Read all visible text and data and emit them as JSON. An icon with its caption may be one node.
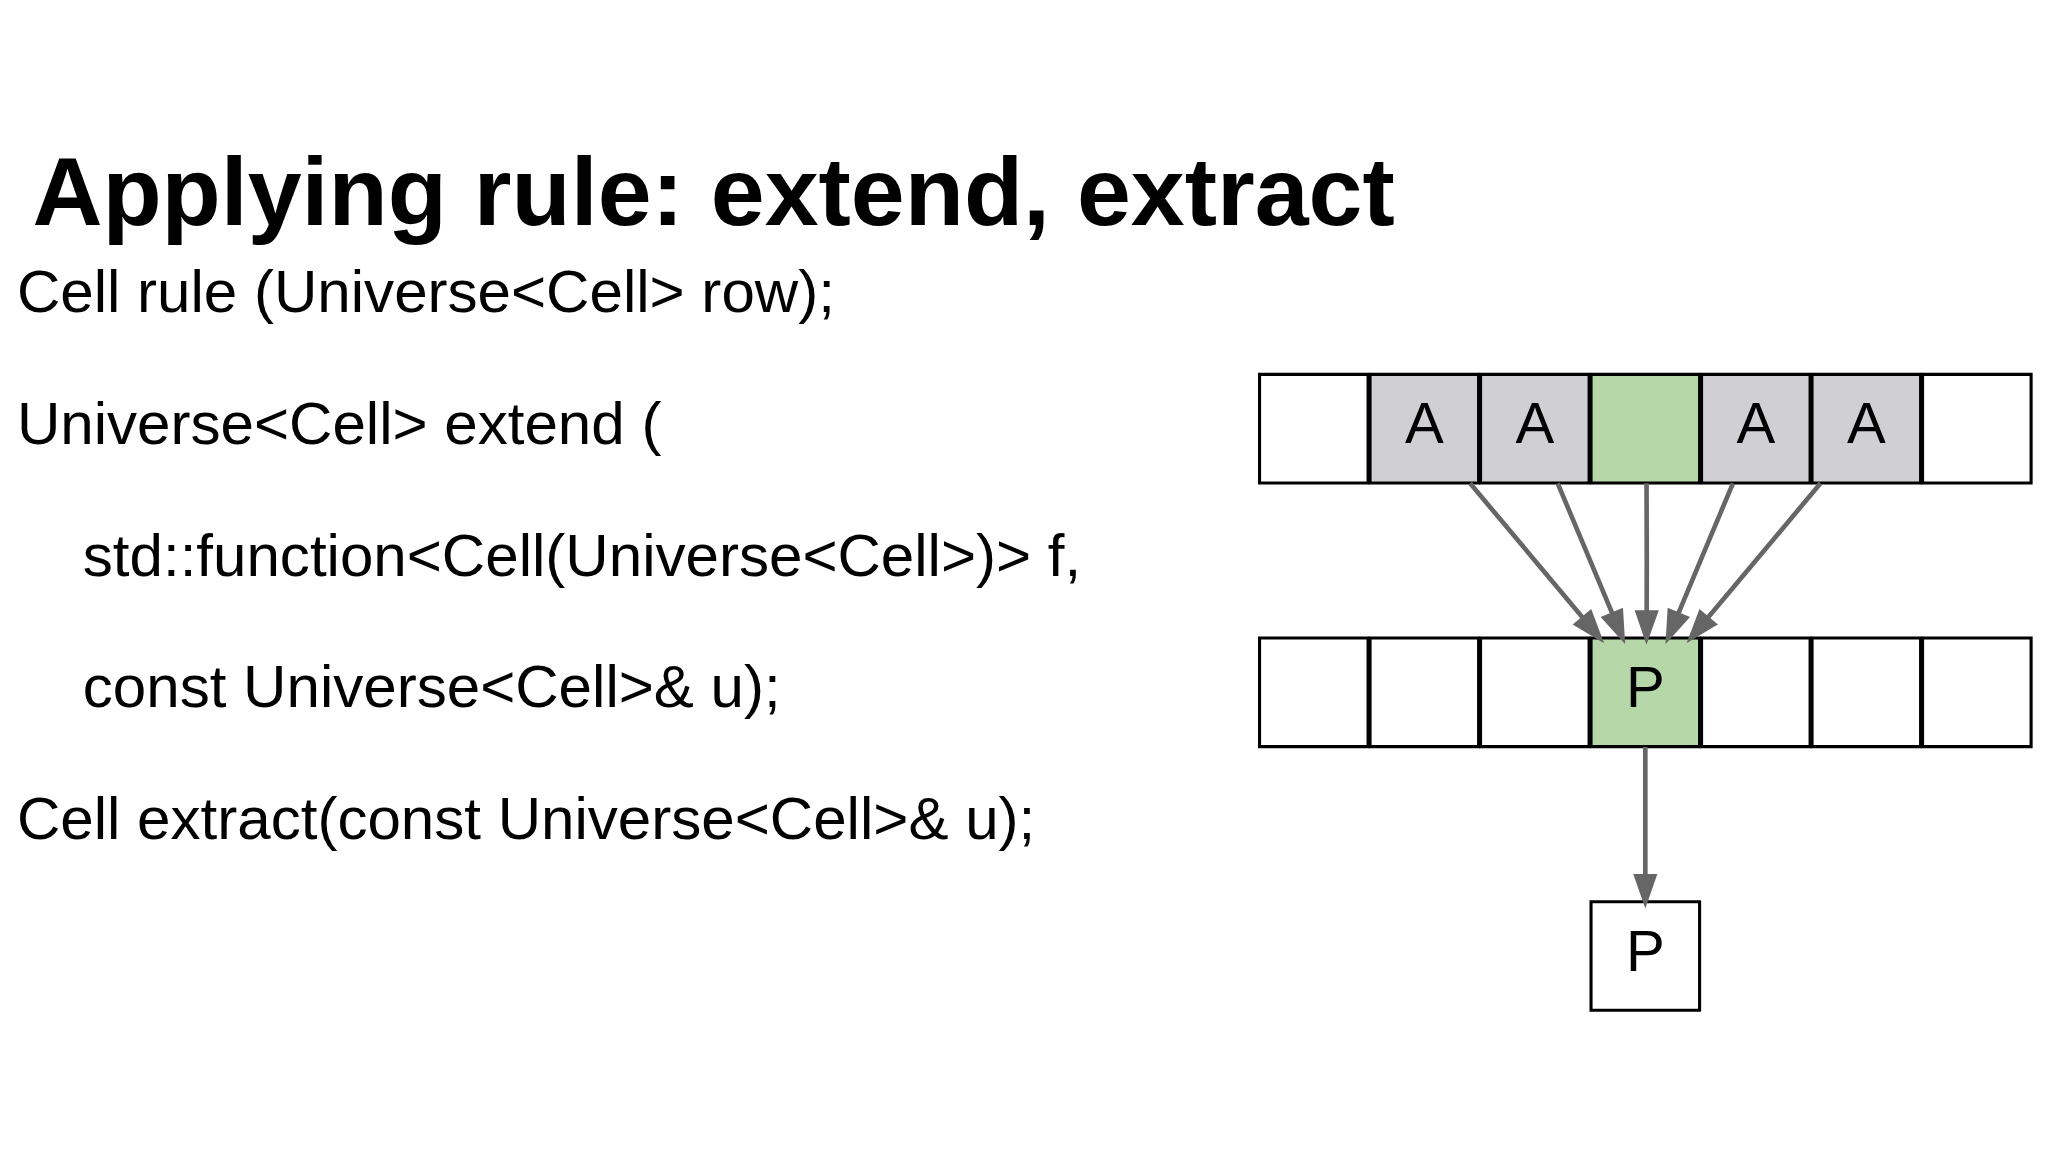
{
  "diagram": {
    "title": "Applying rule: extend, extract",
    "nodes": [
      {
        "text": [],
        "shape": "box"
      },
      {
        "text": [
          "A"
        ]
      },
      {
        "text": [
          "A"
        ]
      },
      {
        "text": [],
        "shape": "box"
      },
      {
        "text": [
          "A"
        ]
      },
      {
        "text": [
          "A"
        ]
      },
      {
        "text": [],
        "shape": "box"
      },
      {
        "text": [],
        "shape": "box"
      },
      {
        "text": [],
        "shape": "box"
      },
      {
        "text": [],
        "shape": "box"
      },
      {
        "text": [
          "P"
        ]
      },
      {
        "text": [],
        "shape": "box"
      },
      {
        "text": [],
        "shape": "box"
      },
      {
        "text": [],
        "shape": "box"
      },
      {
        "text": [
          "P"
        ]
      }
    ],
    "edges": [
      {
        "from": 1,
        "to": 10,
        "arrow": "to"
      },
      {
        "from": 2,
        "to": 10,
        "arrow": "to"
      },
      {
        "from": 3,
        "to": 10,
        "arrow": "to"
      },
      {
        "from": 4,
        "to": 10,
        "arrow": "to"
      },
      {
        "from": 5,
        "to": 10,
        "arrow": "to"
      },
      {
        "from": 10,
        "to": 14,
        "arrow": "to"
      }
    ],
    "labels": [
      "Cell rule (Universe<Cell> row);",
      "Universe<Cell> extend (",
      "std::function<Cell(Universe<Cell>)> f,",
      "const Universe<Cell>& u);",
      "Cell extract(const Universe<Cell>& u);"
    ]
  }
}
